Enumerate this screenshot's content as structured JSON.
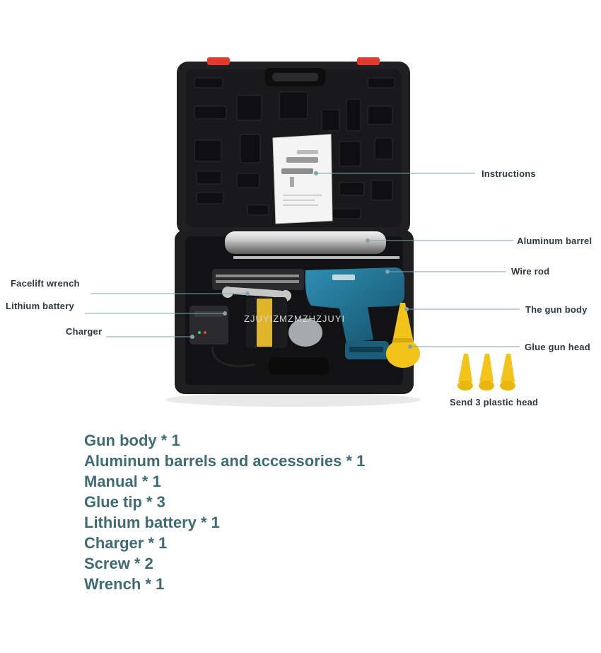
{
  "callouts": {
    "instructions": "Instructions",
    "aluminum_barrel": "Aluminum barrel",
    "wire_rod": "Wire rod",
    "facelift_wrench": "Facelift wrench",
    "lithium_battery": "Lithium battery",
    "gun_body": "The gun body",
    "charger": "Charger",
    "glue_gun_head": "Glue gun head",
    "plastic_heads": "Send 3 plastic head"
  },
  "watermark": "ZJUYIZMZMZHZJUYI",
  "package_list": [
    "Gun body * 1",
    "Aluminum barrels and accessories * 1",
    "Manual * 1",
    "Glue tip * 3",
    "Lithium battery * 1",
    "Charger * 1",
    "Screw * 2",
    "Wrench * 1"
  ],
  "colors": {
    "case": "#1d1d1f",
    "case_recess": "#111113",
    "latch": "#e23b2e",
    "gun_blue": "#1f6e8c",
    "battery_gold": "#e0b52a",
    "nozzle_yellow": "#f2c419",
    "list_text": "#3f6c72",
    "callout_text": "#2b3a40"
  }
}
